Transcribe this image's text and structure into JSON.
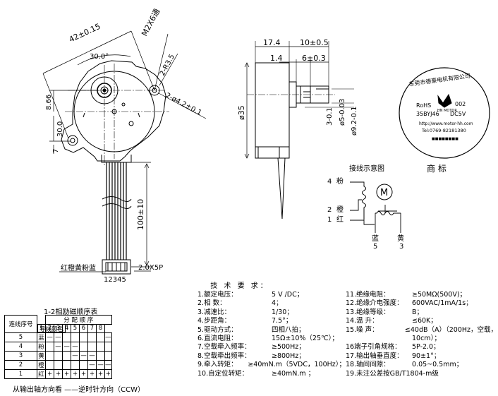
{
  "front_view": {
    "dims": {
      "mount_span": "42±0.15",
      "screw": "M2X6通",
      "angle": "30.0°",
      "boss_radius": "2-R3.5",
      "mount_holes": "2-ø4.2±0.1",
      "height_866": "8.66",
      "offset_30": "30.0",
      "seven": "7"
    },
    "lead_length": "100±10",
    "connector_colors": "红橙黄粉蓝",
    "connector_pins": "12345",
    "connector_type": "2.0X5P"
  },
  "side_view": {
    "dims": {
      "d174": "17.4",
      "d10": "10±0.5",
      "d14": "1.4",
      "d6": "6±0.3",
      "dia35": "ø35",
      "shaft_flat": "3-0.1",
      "shaft_dia": "ø5-0.03",
      "boss_dia": "ø9.2-0.1"
    }
  },
  "label": {
    "company": "东莞市德豪电机有限公司",
    "rohs": "RoHS",
    "code": "002",
    "model": "35BYJ46",
    "voltage": "DC5V",
    "brand": "HN MOTOR",
    "url": "http://www.motor-hh.com",
    "tel": "Tel:0769-82181380",
    "serial": "■■■■■■■■"
  },
  "wiring": {
    "title": "接线示意图",
    "trademark": "商    标",
    "motor_symbol": "M",
    "left_terminals": [
      {
        "num": "4",
        "color": "粉"
      },
      {
        "num": "2",
        "color": "橙"
      },
      {
        "num": "1",
        "color": "红"
      }
    ],
    "bottom_terminals": [
      {
        "num": "5",
        "color": "蓝"
      },
      {
        "num": "3",
        "color": "黄"
      }
    ]
  },
  "phase_table": {
    "title": "1-2相励磁顺序表",
    "header_seq": "连线序号",
    "header_color": "导线颜色",
    "header_group": "分 配 顺 序",
    "steps": [
      "1",
      "2",
      "3",
      "4",
      "5",
      "6",
      "7",
      "8"
    ],
    "rows": [
      {
        "seq": "5",
        "color": "蓝",
        "cells": [
          "—",
          "—",
          "",
          "",
          "",
          "",
          "",
          "—"
        ]
      },
      {
        "seq": "4",
        "color": "粉",
        "cells": [
          "",
          "—",
          "—",
          "—",
          "",
          "",
          "",
          ""
        ]
      },
      {
        "seq": "3",
        "color": "黄",
        "cells": [
          "",
          "",
          "",
          "—",
          "—",
          "—",
          "",
          ""
        ]
      },
      {
        "seq": "2",
        "color": "橙",
        "cells": [
          "",
          "",
          "",
          "",
          "",
          "—",
          "—",
          "—"
        ]
      },
      {
        "seq": "1",
        "color": "红",
        "cells": [
          "+",
          "+",
          "+",
          "+",
          "+",
          "+",
          "+",
          "+"
        ]
      }
    ],
    "caption": "从输出轴方向看 ——逆时针方向（CCW）"
  },
  "requirements": {
    "title": "技 术 要 求：",
    "left": [
      {
        "k": "1.额定电压：",
        "v": "5 V /DC；"
      },
      {
        "k": "2.相    数：",
        "v": "4；"
      },
      {
        "k": "3.减速比：",
        "v": "1/30；"
      },
      {
        "k": "4.步距角：",
        "v": "7.5°；"
      },
      {
        "k": "5.驱动方式：",
        "v": "四相八拍；"
      },
      {
        "k": "6.直流电阻：",
        "v": "15Ω±10%（25℃）；"
      },
      {
        "k": "7.空载牵入频率：",
        "v": "≥500Hz；"
      },
      {
        "k": "8.空载牵出频率：",
        "v": "≥800Hz；"
      },
      {
        "k": "9.牵入转矩：",
        "v": "≥40mN.m（5VDC，100Hz）；"
      },
      {
        "k": "10.自定位转矩：",
        "v": "≥40mN.m    ；"
      }
    ],
    "right": [
      {
        "k": "11.绝缘电阻：",
        "v": "≥50MΩ(500V)；"
      },
      {
        "k": "12.绝缘介电强度：",
        "v": "600VAC/1mA/1s；"
      },
      {
        "k": "13.绝缘等级：",
        "v": "B；"
      },
      {
        "k": "14.温    升：",
        "v": "≤60K；"
      },
      {
        "k": "15.噪    声：",
        "v": "≤40dB（A）（200Hz，空载，"
      },
      {
        "k": "",
        "v": "10cm）；"
      },
      {
        "k": "16端子引角规格：",
        "v": "5P-2.0；"
      },
      {
        "k": "17.输出轴垂直度：",
        "v": "90±1°；"
      },
      {
        "k": "18.轴间间隙：",
        "v": "0.05~0.5mm；"
      },
      {
        "k": "19.未注公差按GB/T1804-m级",
        "v": ""
      }
    ]
  }
}
